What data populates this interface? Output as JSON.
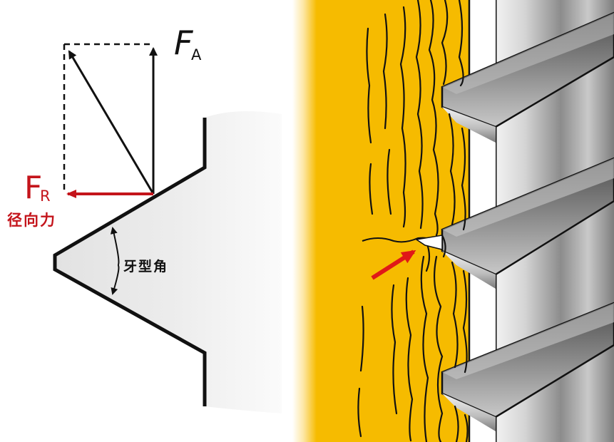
{
  "left_panel": {
    "axial_force": {
      "symbol": "F",
      "subscript": "A"
    },
    "radial_force": {
      "symbol": "F",
      "subscript": "R",
      "caption": "径向力"
    },
    "thread_angle_label": "牙型角"
  },
  "right_panel": {
    "wood_color": "#f6bb00",
    "crack_arrow_color": "#e01818"
  },
  "colors": {
    "outline": "#111111",
    "radial_arrow": "#c4141b"
  }
}
